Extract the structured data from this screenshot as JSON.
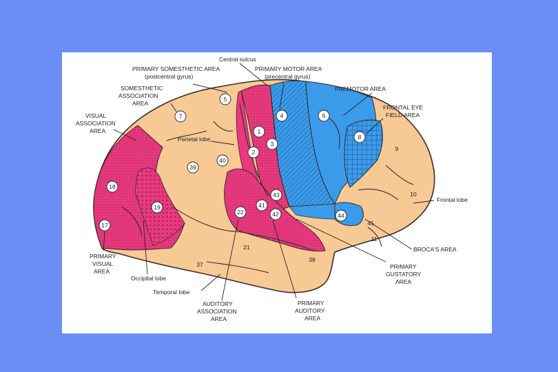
{
  "labels": {
    "central_sulcus": "Central sulcus",
    "primary_somesthetic": "PRIMARY SOMESTHETIC AREA",
    "postcentral": "(postcentral gyrus)",
    "primary_motor": "PRIMARY MOTOR AREA",
    "precentral": "(precentral gyrus)",
    "somesthetic_assoc_1": "SOMESTHETIC",
    "somesthetic_assoc_2": "ASSOCIATION",
    "somesthetic_assoc_3": "AREA",
    "visual_assoc_1": "VISUAL",
    "visual_assoc_2": "ASSOCIATION",
    "visual_assoc_3": "AREA",
    "premotor": "PREMOTOR AREA",
    "frontal_eye_1": "FRONTAL EYE",
    "frontal_eye_2": "FIELD AREA",
    "parietal_lobe": "Parietal lobe",
    "frontal_lobe": "Frontal lobe",
    "brocas": "BROCA'S AREA",
    "gustatory_1": "PRIMARY",
    "gustatory_2": "GUSTATORY",
    "gustatory_3": "AREA",
    "primary_visual_1": "PRIMARY",
    "primary_visual_2": "VISUAL",
    "primary_visual_3": "AREA",
    "occipital_lobe": "Occipital lobe",
    "temporal_lobe": "Temporal lobe",
    "auditory_assoc_1": "AUDITORY",
    "auditory_assoc_2": "ASSOCIATION",
    "auditory_assoc_3": "AREA",
    "primary_auditory_1": "PRIMARY",
    "primary_auditory_2": "AUDITORY",
    "primary_auditory_3": "AREA"
  },
  "areas": {
    "a1": "1",
    "a2": "2",
    "a3": "3",
    "a4": "4",
    "a5": "5",
    "a6": "6",
    "a7": "7",
    "a8": "8",
    "a9": "9",
    "a10": "10",
    "a11": "11",
    "a17": "17",
    "a18": "18",
    "a19": "19",
    "a21": "21",
    "a22": "22",
    "a37": "37",
    "a38": "38",
    "a39": "39",
    "a40": "40",
    "a41": "41",
    "a42": "42",
    "a43": "43",
    "a44": "44",
    "a45": "45"
  },
  "colors": {
    "background": "#6b8ef7",
    "panel": "#ffffff",
    "tan": "#f7c994",
    "magenta": "#e8397f",
    "blue": "#3a9bea"
  }
}
